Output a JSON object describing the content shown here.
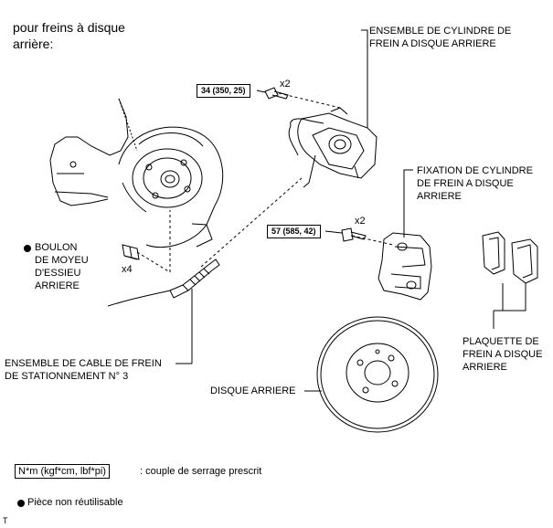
{
  "heading": "pour freins à disque\narrière:",
  "labels": {
    "cylinder_assembly": "ENSEMBLE DE CYLINDRE DE\nFREIN A DISQUE ARRIERE",
    "cylinder_mounting": "FIXATION DE CYLINDRE\nDE FREIN A DISQUE\nARRIERE",
    "hub_bolt": "BOULON\nDE MOYEU\nD'ESSIEU\nARRIERE",
    "parking_cable": "ENSEMBLE DE CABLE DE FREIN\nDE STATIONNEMENT N° 3",
    "disc": "DISQUE ARRIERE",
    "pads": "PLAQUETTE DE\nFREIN A DISQUE\nARRIERE"
  },
  "torques": {
    "upper": "34 (350, 25)",
    "lower": "57 (585, 42)"
  },
  "multipliers": {
    "upper": "x2",
    "lower": "x2",
    "hub_bolt": "x4"
  },
  "legend": {
    "torque_box": "N*m (kgf*cm, lbf*pi)",
    "torque_text": ": couple de serrage prescrit",
    "non_reusable": "Pièce non réutilisable"
  },
  "footer_mark": "T"
}
